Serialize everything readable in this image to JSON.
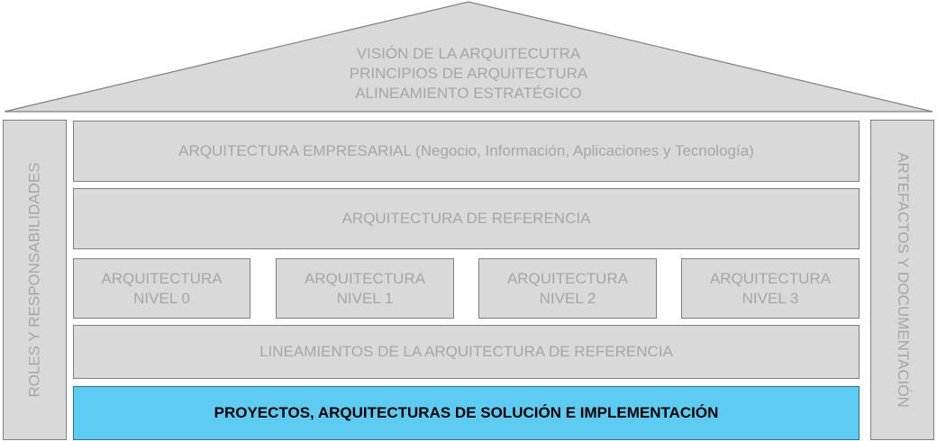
{
  "roof": {
    "lines": [
      "VISIÓN DE LA ARQUITECUTRA",
      "PRINCIPIOS DE ARQUITECTURA",
      "ALINEAMIENTO ESTRATÉGICO"
    ]
  },
  "left_pillar": "ROLES Y RESPONSABILIDADES",
  "right_pillar": "ARTEFACTOS Y DOCUMENTACIÓN",
  "rows": {
    "enterprise": "ARQUITECTURA EMPRESARIAL (Negocio, Información, Aplicaciones y Tecnología)",
    "reference": "ARQUITECTURA DE REFERENCIA",
    "levels": [
      {
        "line1": "ARQUITECTURA",
        "line2": "NIVEL 0"
      },
      {
        "line1": "ARQUITECTURA",
        "line2": "NIVEL 1"
      },
      {
        "line1": "ARQUITECTURA",
        "line2": "NIVEL 2"
      },
      {
        "line1": "ARQUITECTURA",
        "line2": "NIVEL 3"
      }
    ],
    "guidelines": "LINEAMIENTOS DE LA ARQUITECTURA DE REFERENCIA",
    "projects": "PROYECTOS, ARQUITECTURAS DE SOLUCIÓN E IMPLEMENTACIÓN"
  },
  "colors": {
    "box": "#d9d9d9",
    "border": "#7f7f7f",
    "text": "#a6a6a6",
    "highlight": "#5ecbf2"
  }
}
